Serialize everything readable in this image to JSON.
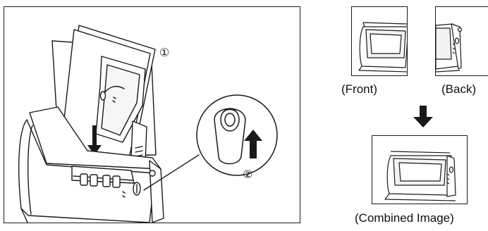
{
  "steps": {
    "step1": "①",
    "step2": "②"
  },
  "captions": {
    "front": "(Front)",
    "back": "(Back)",
    "combined": "(Combined Image)"
  },
  "icons": {
    "arrow": "down-arrow-icon",
    "switch": "switch-icon",
    "scanner": "scanner-icon"
  },
  "colors": {
    "line": "#1a1a1a",
    "fill": "#ffffff",
    "shade": "#b5b5b5"
  }
}
